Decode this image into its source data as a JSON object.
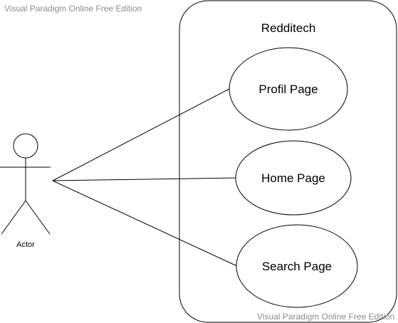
{
  "watermark": {
    "top": "Visual Paradigm Online Free Edition",
    "bottom": "Visual Paradigm Online Free Edition"
  },
  "system": {
    "name": "Redditech"
  },
  "actor": {
    "label": "Actor"
  },
  "use_cases": [
    {
      "label": "Profil Page"
    },
    {
      "label": "Home Page"
    },
    {
      "label": "Search Page"
    }
  ],
  "colors": {
    "stroke": "#000000",
    "fill": "#ffffff",
    "watermark": "#8c8c8c"
  }
}
